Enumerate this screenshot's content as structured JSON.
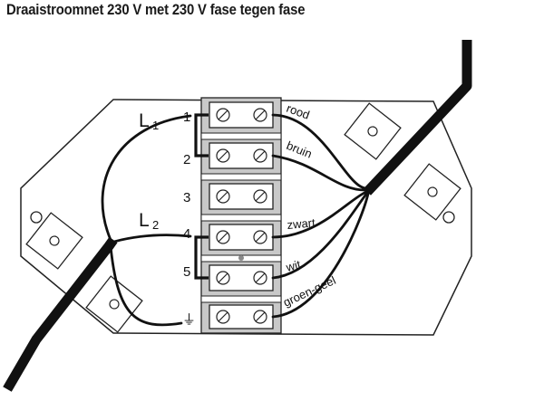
{
  "title": "Draaistroomnet 230 V met 230 V fase tegen fase",
  "line_labels": {
    "l1": "L",
    "l1_sub": "1",
    "l2": "L",
    "l2_sub": "2"
  },
  "terminal_numbers": [
    "1",
    "2",
    "3",
    "4",
    "5"
  ],
  "earth_symbol": "⏚",
  "wire_labels": [
    "rood",
    "bruin",
    "zwart",
    "wit",
    "groen-geel"
  ],
  "colors": {
    "wire": "#111111",
    "outline": "#222222",
    "terminal_fill": "#c8c8c8",
    "background": "#ffffff"
  }
}
